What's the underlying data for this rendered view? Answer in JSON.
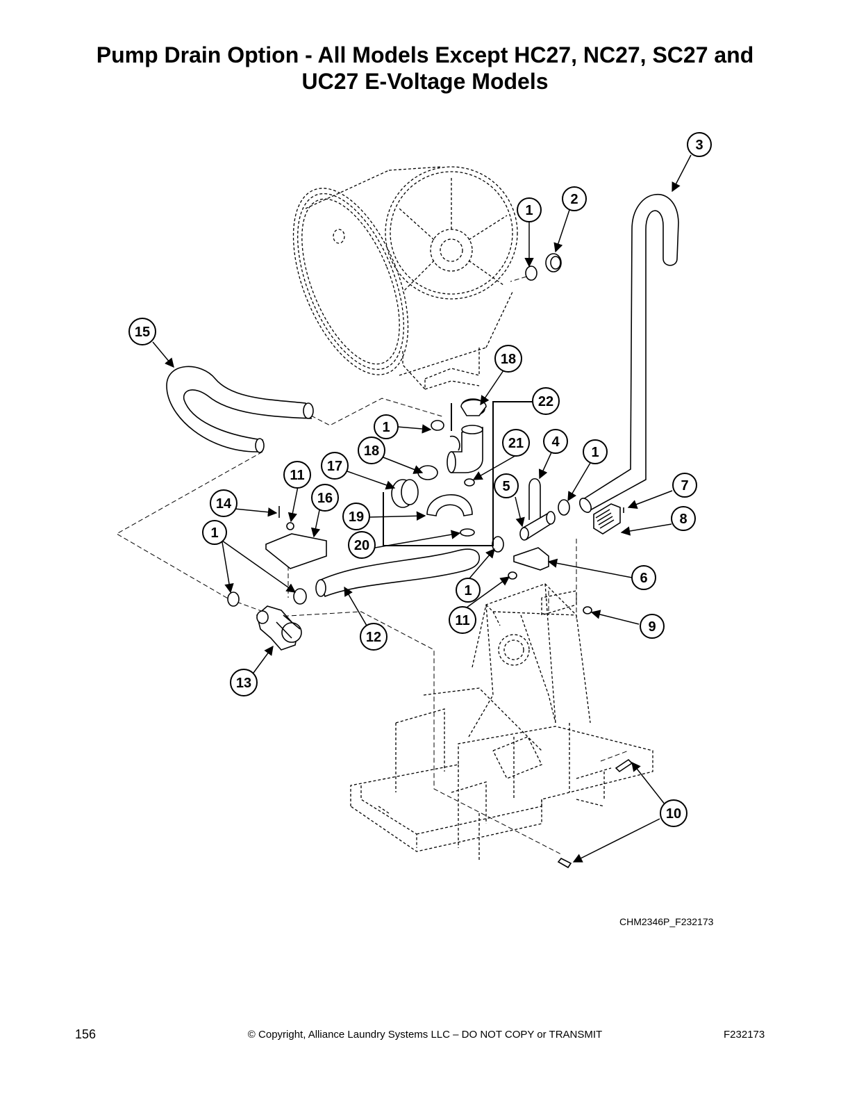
{
  "page": {
    "title_line1": "Pump Drain Option - All Models Except HC27, NC27, SC27 and",
    "title_line2": "UC27 E-Voltage Models",
    "drawing_code": "CHM2346P_F232173",
    "footer": {
      "page_number": "156",
      "copyright": "© Copyright, Alliance Laundry Systems LLC – DO NOT COPY or TRANSMIT",
      "doc_code": "F232173"
    }
  },
  "callouts": [
    {
      "id": "c3",
      "label": "3"
    },
    {
      "id": "c2",
      "label": "2"
    },
    {
      "id": "c1a",
      "label": "1"
    },
    {
      "id": "c15",
      "label": "15"
    },
    {
      "id": "c18a",
      "label": "18"
    },
    {
      "id": "c22",
      "label": "22"
    },
    {
      "id": "c1b",
      "label": "1"
    },
    {
      "id": "c21",
      "label": "21"
    },
    {
      "id": "c4",
      "label": "4"
    },
    {
      "id": "c1c",
      "label": "1"
    },
    {
      "id": "c18b",
      "label": "18"
    },
    {
      "id": "c17",
      "label": "17"
    },
    {
      "id": "c11a",
      "label": "11"
    },
    {
      "id": "c16",
      "label": "16"
    },
    {
      "id": "c5",
      "label": "5"
    },
    {
      "id": "c7",
      "label": "7"
    },
    {
      "id": "c14",
      "label": "14"
    },
    {
      "id": "c8",
      "label": "8"
    },
    {
      "id": "c19",
      "label": "19"
    },
    {
      "id": "c1d",
      "label": "1"
    },
    {
      "id": "c20",
      "label": "20"
    },
    {
      "id": "c6",
      "label": "6"
    },
    {
      "id": "c1e",
      "label": "1"
    },
    {
      "id": "c11b",
      "label": "11"
    },
    {
      "id": "c9",
      "label": "9"
    },
    {
      "id": "c12",
      "label": "12"
    },
    {
      "id": "c13",
      "label": "13"
    },
    {
      "id": "c10",
      "label": "10"
    }
  ]
}
